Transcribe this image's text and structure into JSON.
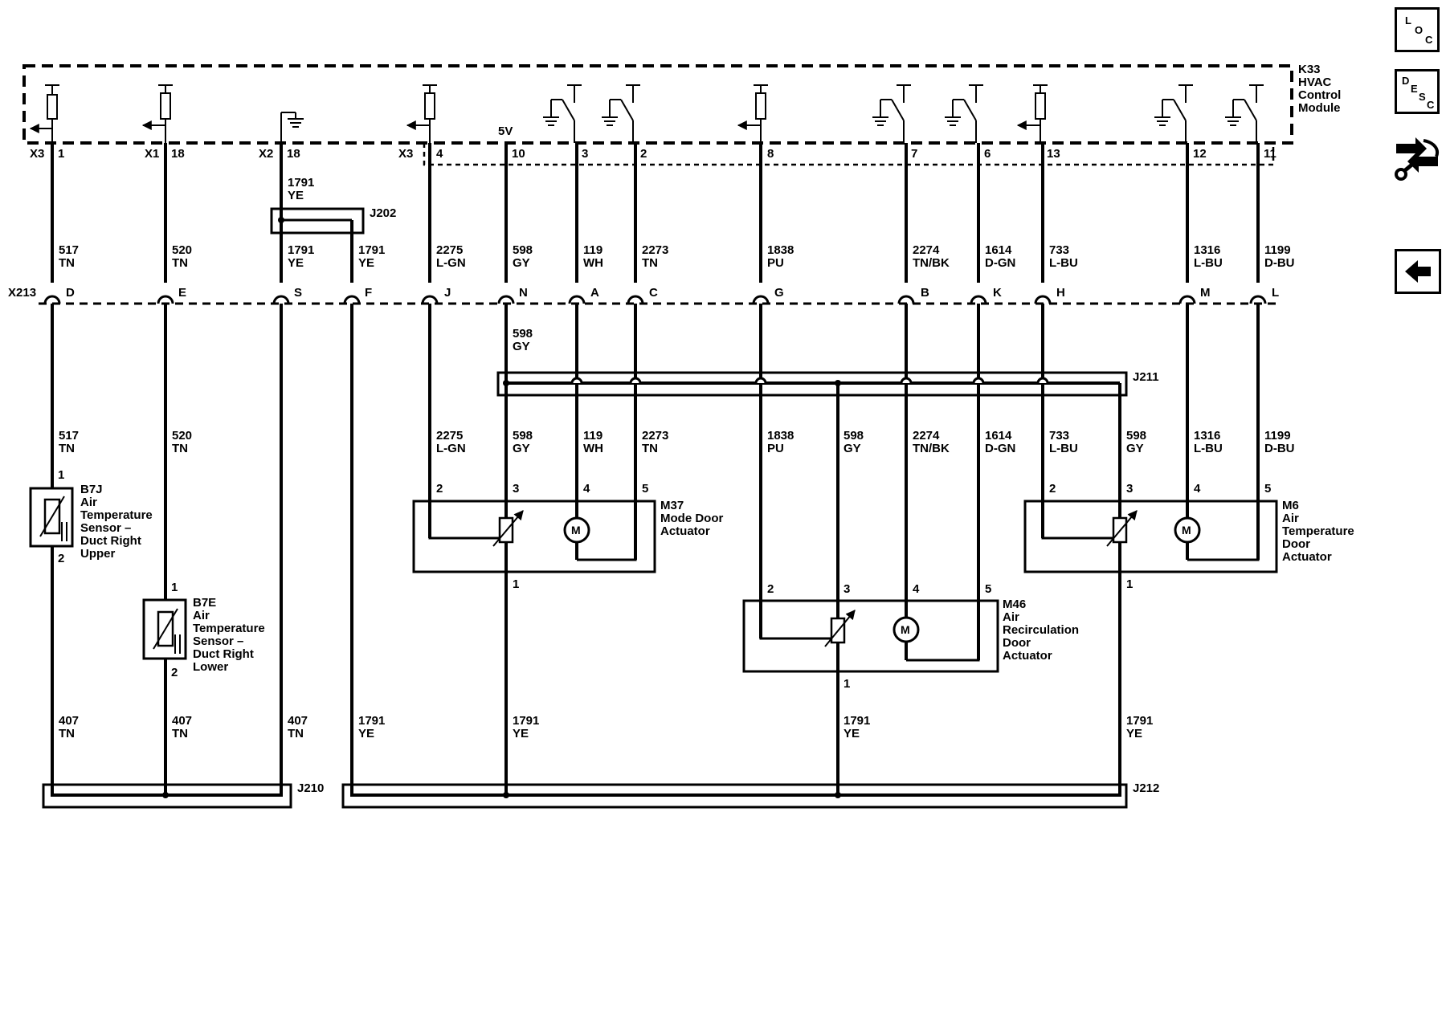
{
  "module": {
    "name_lines": [
      "K33",
      "HVAC",
      "Control",
      "Module"
    ]
  },
  "nav": {
    "loc": [
      "L",
      "O",
      "C"
    ],
    "desc": [
      "D",
      "E",
      "S",
      "C"
    ]
  },
  "connector_x213": "X213",
  "voltage_5v": "5V",
  "top_wires": [
    {
      "conn": "X3",
      "pin": "1",
      "circuit": "517",
      "color": "TN",
      "x213": "D"
    },
    {
      "conn": "X1",
      "pin": "18",
      "circuit": "520",
      "color": "TN",
      "x213": "E"
    },
    {
      "conn": "X2",
      "pin": "18",
      "circuit": "1791",
      "color": "YE",
      "x213": "S"
    },
    {
      "conn": "",
      "pin": "",
      "circuit": "1791",
      "color": "YE",
      "x213": "F"
    },
    {
      "conn": "X3",
      "pin": "4",
      "circuit": "2275",
      "color": "L-GN",
      "x213": "J"
    },
    {
      "conn": "",
      "pin": "10",
      "circuit": "598",
      "color": "GY",
      "x213": "N"
    },
    {
      "conn": "",
      "pin": "3",
      "circuit": "119",
      "color": "WH",
      "x213": "A"
    },
    {
      "conn": "",
      "pin": "2",
      "circuit": "2273",
      "color": "TN",
      "x213": "C"
    },
    {
      "conn": "",
      "pin": "8",
      "circuit": "1838",
      "color": "PU",
      "x213": "G"
    },
    {
      "conn": "",
      "pin": "7",
      "circuit": "2274",
      "color": "TN/BK",
      "x213": "B"
    },
    {
      "conn": "",
      "pin": "6",
      "circuit": "1614",
      "color": "D-GN",
      "x213": "K"
    },
    {
      "conn": "",
      "pin": "13",
      "circuit": "733",
      "color": "L-BU",
      "x213": "H"
    },
    {
      "conn": "",
      "pin": "12",
      "circuit": "1316",
      "color": "L-BU",
      "x213": "M"
    },
    {
      "conn": "",
      "pin": "11",
      "circuit": "1199",
      "color": "D-BU",
      "x213": "L"
    }
  ],
  "x2_wire_upper": {
    "circuit": "1791",
    "color": "YE"
  },
  "x213_598_lower": {
    "circuit": "598",
    "color": "GY"
  },
  "splices": {
    "j202": "J202",
    "j211": "J211",
    "j210": "J210",
    "j212": "J212"
  },
  "mid_wires": [
    {
      "circuit": "517",
      "color": "TN"
    },
    {
      "circuit": "520",
      "color": "TN"
    },
    {
      "circuit": "2275",
      "color": "L-GN"
    },
    {
      "circuit": "598",
      "color": "GY"
    },
    {
      "circuit": "119",
      "color": "WH"
    },
    {
      "circuit": "2273",
      "color": "TN"
    },
    {
      "circuit": "1838",
      "color": "PU"
    },
    {
      "circuit": "598",
      "color": "GY"
    },
    {
      "circuit": "2274",
      "color": "TN/BK"
    },
    {
      "circuit": "1614",
      "color": "D-GN"
    },
    {
      "circuit": "733",
      "color": "L-BU"
    },
    {
      "circuit": "598",
      "color": "GY"
    },
    {
      "circuit": "1316",
      "color": "L-BU"
    },
    {
      "circuit": "1199",
      "color": "D-BU"
    }
  ],
  "bottom_wires": [
    {
      "circuit": "407",
      "color": "TN"
    },
    {
      "circuit": "407",
      "color": "TN"
    },
    {
      "circuit": "407",
      "color": "TN"
    },
    {
      "circuit": "1791",
      "color": "YE"
    },
    {
      "circuit": "1791",
      "color": "YE"
    },
    {
      "circuit": "1791",
      "color": "YE"
    },
    {
      "circuit": "1791",
      "color": "YE"
    }
  ],
  "components": {
    "b7j": {
      "lines": [
        "B7J",
        "Air",
        "Temperature",
        "Sensor –",
        "Duct Right",
        "Upper"
      ],
      "pins": [
        "1",
        "2"
      ]
    },
    "b7e": {
      "lines": [
        "B7E",
        "Air",
        "Temperature",
        "Sensor –",
        "Duct Right",
        "Lower"
      ],
      "pins": [
        "1",
        "2"
      ]
    },
    "m37": {
      "lines": [
        "M37",
        "Mode Door",
        "Actuator"
      ],
      "pins": [
        "2",
        "3",
        "4",
        "5",
        "1"
      ],
      "motor": "M"
    },
    "m46": {
      "lines": [
        "M46",
        "Air",
        "Recirculation",
        "Door",
        "Actuator"
      ],
      "pins": [
        "2",
        "3",
        "4",
        "5",
        "1"
      ],
      "motor": "M"
    },
    "m6": {
      "lines": [
        "M6",
        "Air",
        "Temperature",
        "Door",
        "Actuator"
      ],
      "pins": [
        "2",
        "3",
        "4",
        "5",
        "1"
      ],
      "motor": "M"
    }
  }
}
